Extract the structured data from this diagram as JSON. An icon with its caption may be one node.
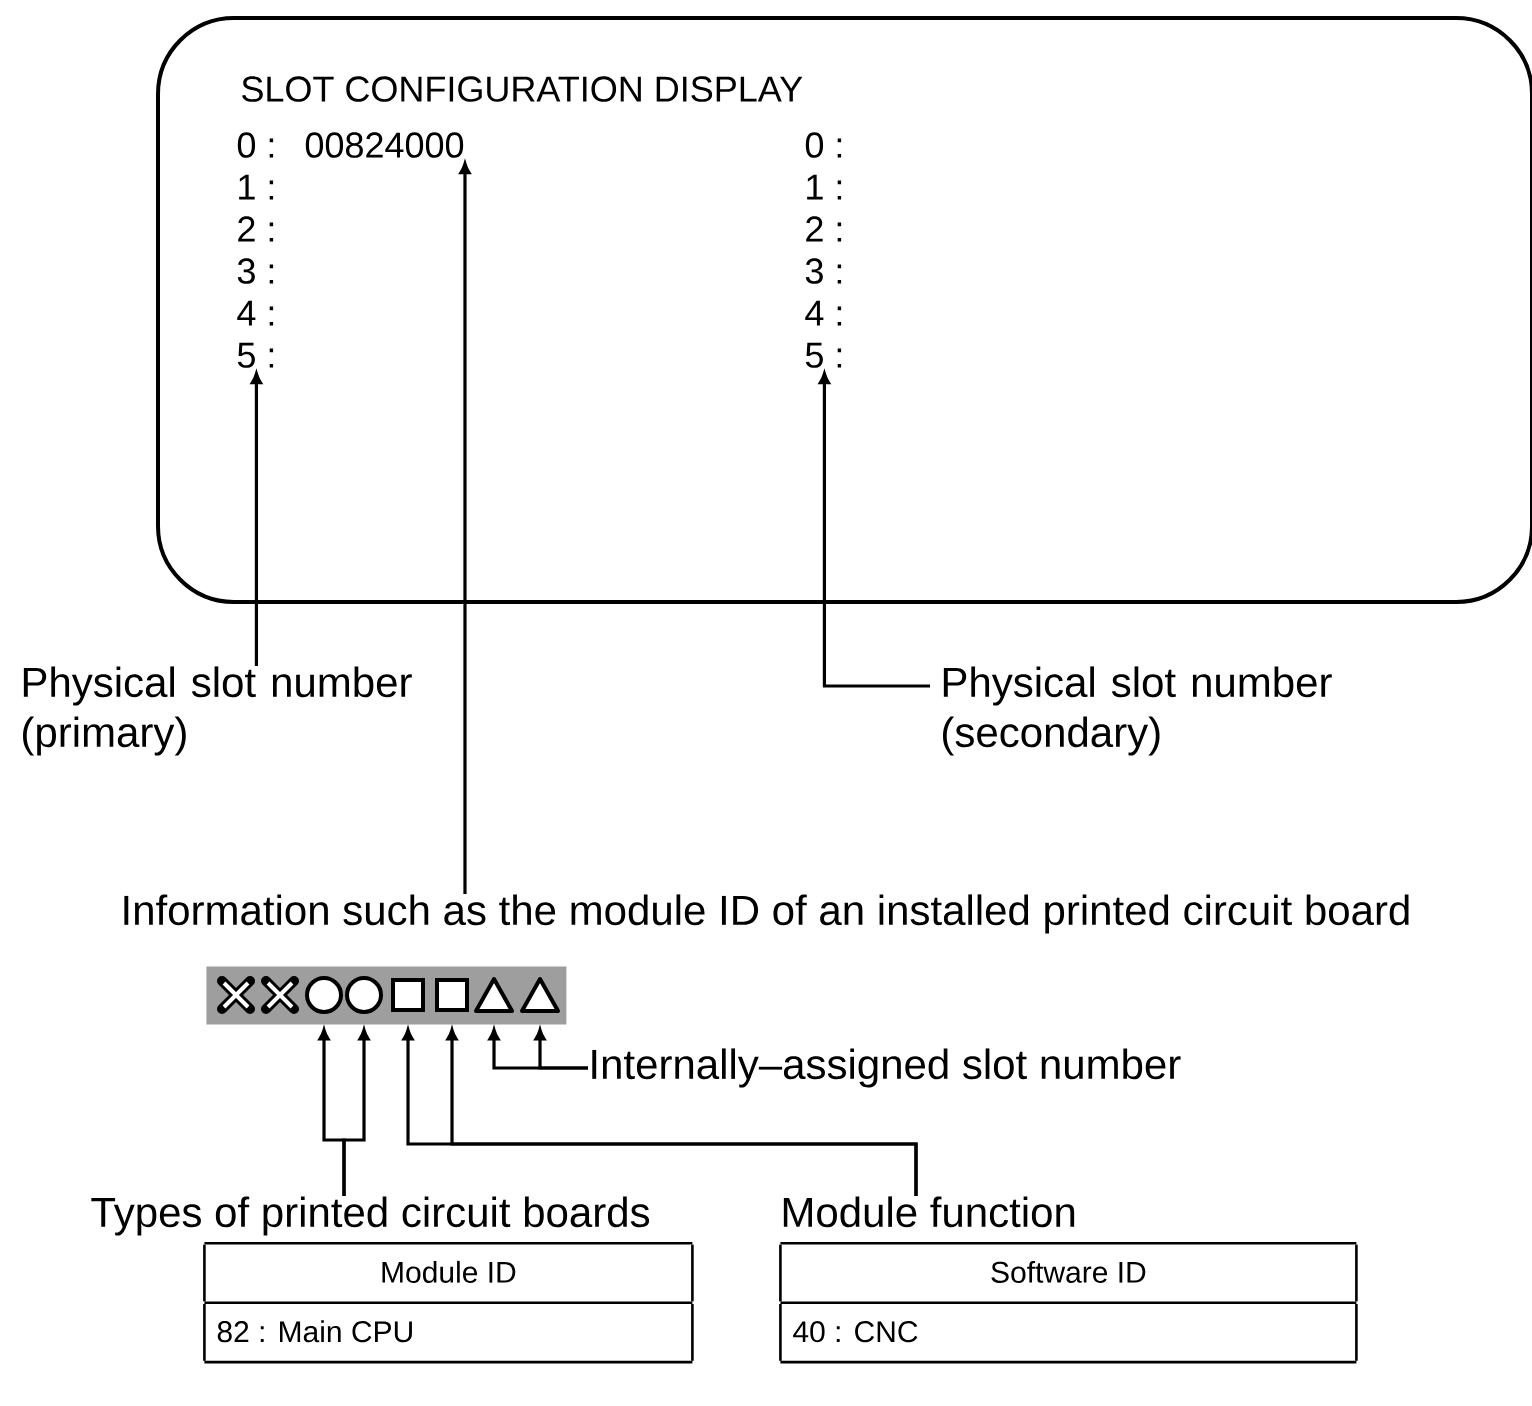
{
  "diagram": {
    "nodes": [
      {
        "text": [
          "SLOT CONFIGURATION DISPLAY"
        ]
      },
      {
        "text": [
          "0 :",
          "1 :",
          "2 :",
          "3 :",
          "4 :",
          "5 :"
        ],
        "in": 0
      },
      {
        "text": [
          "00824000"
        ],
        "in": 0
      },
      {
        "text": [
          "0 :",
          "1 :",
          "2 :",
          "3 :",
          "4 :",
          "5 :"
        ],
        "in": 0
      },
      {
        "text": [
          "Physical slot number (primary)"
        ]
      },
      {
        "text": [
          "Physical slot number (secondary)"
        ]
      },
      {
        "text": [
          "Information such as the module ID of an installed printed circuit board"
        ]
      },
      {
        "text": [],
        "shape": "bar"
      },
      {
        "text": [],
        "shape": "cross",
        "in": 7
      },
      {
        "text": [],
        "shape": "cross",
        "in": 7
      },
      {
        "text": [],
        "shape": "circle",
        "in": 7
      },
      {
        "text": [],
        "shape": "circle",
        "in": 7
      },
      {
        "text": [],
        "shape": "box",
        "in": 7
      },
      {
        "text": [],
        "shape": "box",
        "in": 7
      },
      {
        "text": [],
        "shape": "triangle",
        "in": 7
      },
      {
        "text": [],
        "shape": "triangle",
        "in": 7
      },
      {
        "text": [
          "Internally–assigned slot number"
        ]
      },
      {
        "text": [
          "Types of printed circuit boards",
          "Module ID",
          "82 : Main CPU"
        ]
      },
      {
        "text": [
          "Module function",
          "Software ID",
          "40 : CNC"
        ]
      }
    ],
    "edges": [
      {
        "from": 4,
        "to": 1,
        "arrow": "to"
      },
      {
        "from": 5,
        "to": 3,
        "arrow": "to"
      },
      {
        "from": 6,
        "to": 2,
        "arrow": "to"
      },
      {
        "from": 17,
        "to": 10,
        "arrow": "to"
      },
      {
        "from": 17,
        "to": 11,
        "arrow": "to"
      },
      {
        "from": 18,
        "to": 12,
        "arrow": "to"
      },
      {
        "from": 18,
        "to": 13,
        "arrow": "to"
      },
      {
        "from": 16,
        "to": 14,
        "arrow": "to"
      },
      {
        "from": 16,
        "to": 15,
        "arrow": "to"
      }
    ]
  }
}
